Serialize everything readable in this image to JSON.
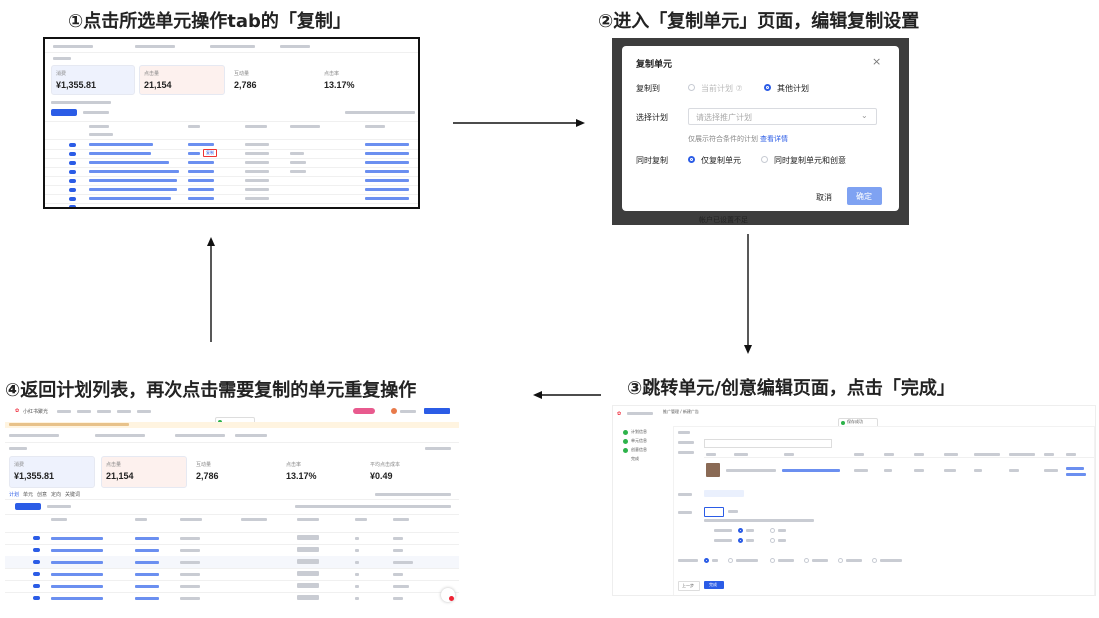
{
  "steps": [
    {
      "caption": "①点击所选单元操作tab的「复制」"
    },
    {
      "caption": "②进入「复制单元」页面，编辑复制设置"
    },
    {
      "caption": "③跳转单元/创意编辑页面，点击「完成」"
    },
    {
      "caption": "④返回计划列表，再次点击需要复制的单元重复操作"
    }
  ],
  "panel1": {
    "stats": [
      {
        "label": "消费",
        "value": "¥1,355.81"
      },
      {
        "label": "点击量",
        "value": "21,154"
      },
      {
        "label": "互动量",
        "value": "2,786"
      },
      {
        "label": "点击率",
        "value": "13.17%"
      }
    ],
    "copy_link": "复制"
  },
  "dialog": {
    "title": "复制单元",
    "close": "×",
    "copy_to_label": "复制到",
    "option_current": "当前计划 ⑦",
    "option_other": "其他计划",
    "select_label": "选择计划",
    "select_placeholder": "请选择推广计划",
    "hint": "仅展示符合条件的计划",
    "hint_link": "查看详情",
    "sync_label": "同时复制",
    "sync_only_unit": "仅复制单元",
    "sync_unit_creative": "同时复制单元和创意",
    "cancel": "取消",
    "confirm": "确定",
    "bg_text": "帐户已设置不足"
  },
  "panel3": {
    "menu": [
      "计划信息",
      "单元信息",
      "创意信息",
      "完成"
    ],
    "breadcrumb": "推广管理 / 新建广告",
    "status": "保存成功",
    "prev": "上一步",
    "done": "完成"
  },
  "panel4": {
    "logo": "小红书聚光",
    "stats": [
      {
        "label": "消费",
        "value": "¥1,355.81"
      },
      {
        "label": "点击量",
        "value": "21,154"
      },
      {
        "label": "互动量",
        "value": "2,786"
      },
      {
        "label": "点击率",
        "value": "13.17%"
      },
      {
        "label": "平均点击成本",
        "value": "¥0.49"
      }
    ],
    "tabs": [
      "计划",
      "单元",
      "创意",
      "定向",
      "关键词"
    ]
  }
}
